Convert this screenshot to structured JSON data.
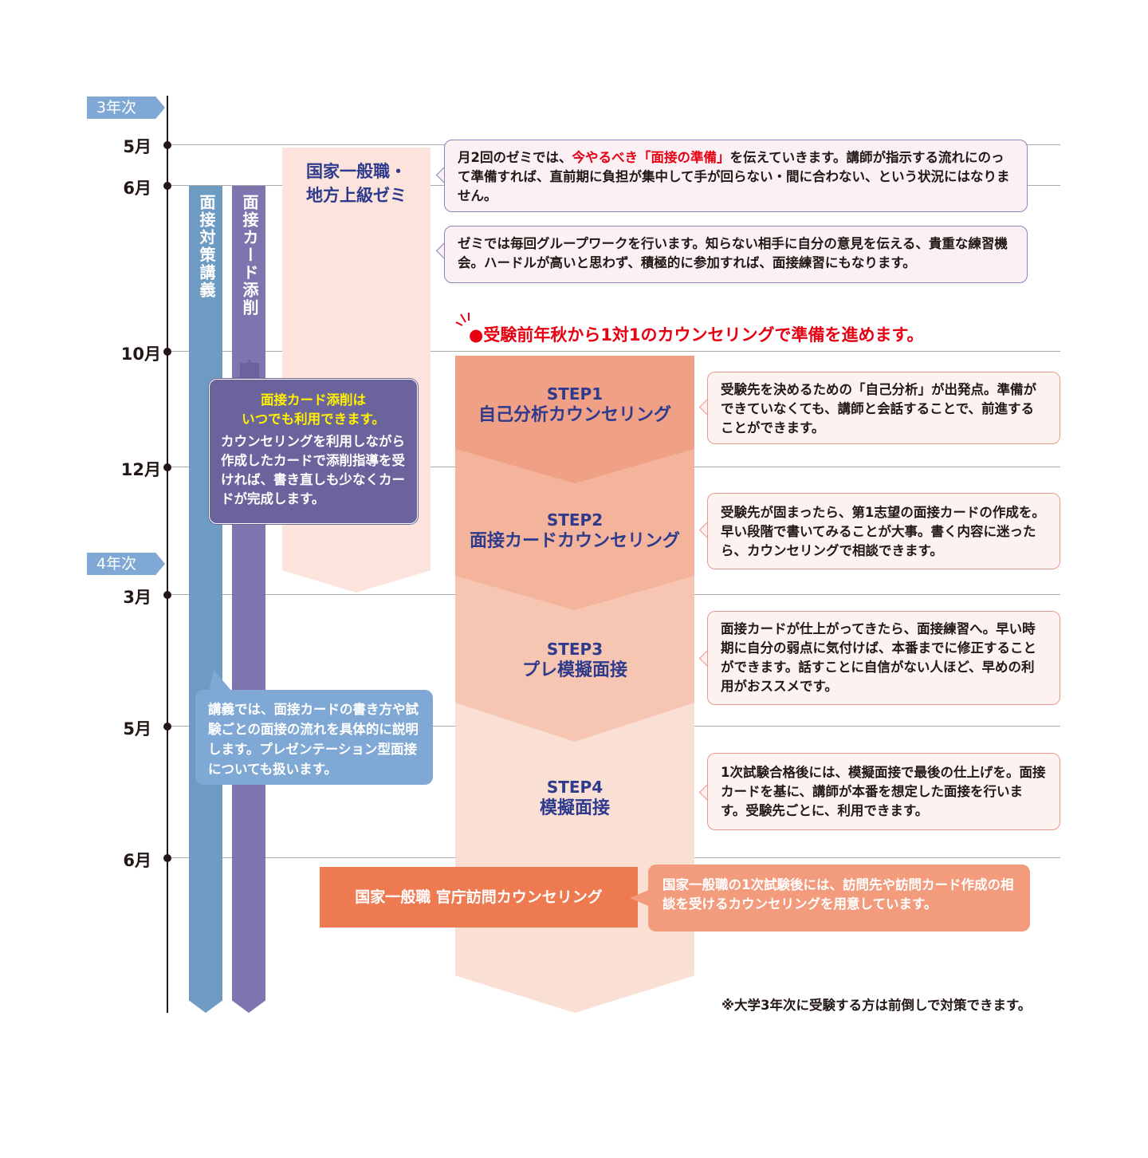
{
  "years": [
    "3年次",
    "4年次"
  ],
  "months": [
    "5月",
    "6月",
    "10月",
    "12月",
    "3月",
    "5月",
    "6月"
  ],
  "bars": {
    "lecture": "面接対策講義",
    "card": "面接カード添削"
  },
  "seminar": {
    "title_line1": "国家一般職・",
    "title_line2": "地方上級ゼミ",
    "note1_pre": "月2回のゼミでは、",
    "note1_red": "今やるべき「面接の準備」",
    "note1_post": "を伝えていきます。講師が指示する流れにのって準備すれば、直前期に負担が集中して手が回らない・間に合わない、という状況にはなりません。",
    "note2": "ゼミでは毎回グループワークを行います。知らない相手に自分の意見を伝える、貴重な練習機会。ハードルが高いと思わず、積極的に参加すれば、面接練習にもなります。"
  },
  "card_bubble": {
    "head1": "面接カード添削は",
    "head2": "いつでも利用できます。",
    "body": "カウンセリングを利用しながら作成したカードで添削指導を受ければ、書き直しも少なくカードが完成します。"
  },
  "lecture_bubble": "講義では、面接カードの書き方や試験ごとの面接の流れを具体的に説明します。プレゼンテーション型面接についても扱います。",
  "headline": "●受験前年秋から1対1のカウンセリングで準備を進めます。",
  "steps": [
    {
      "label": "STEP1",
      "title": "自己分析カウンセリング",
      "note": "受験先を決めるための「自己分析」が出発点。準備ができていなくても、講師と会話することで、前進することができます。"
    },
    {
      "label": "STEP2",
      "title": "面接カードカウンセリング",
      "note": "受験先が固まったら、第1志望の面接カードの作成を。早い段階で書いてみることが大事。書く内容に迷ったら、カウンセリングで相談できます。"
    },
    {
      "label": "STEP3",
      "title": "プレ模擬面接",
      "note": "面接カードが仕上がってきたら、面接練習へ。早い時期に自分の弱点に気付けば、本番までに修正することができます。話すことに自信がない人ほど、早めの利用がおススメです。"
    },
    {
      "label": "STEP4",
      "title": "模擬面接",
      "note": "1次試験合格後には、模擬面接で最後の仕上げを。面接カードを基に、講師が本番を想定した面接を行います。受験先ごとに、利用できます。"
    }
  ],
  "visit": {
    "label": "国家一般職 官庁訪問カウンセリング",
    "note": "国家一般職の1次試験後には、訪問先や訪問カード作成の相談を受けるカウンセリングを用意しています。"
  },
  "footnote": "※大学3年次に受験する方は前倒しで対策できます。",
  "colors": {
    "lecture_bar": "#6e9bc2",
    "card_bar": "#7f74ad",
    "step1": "#f0a084",
    "step2": "#f4b49c",
    "step3": "#f7c6b3",
    "step4": "#fadfd5",
    "visit": "#ee7a52",
    "headline": "#e60012",
    "step_text": "#2e3a8c"
  }
}
